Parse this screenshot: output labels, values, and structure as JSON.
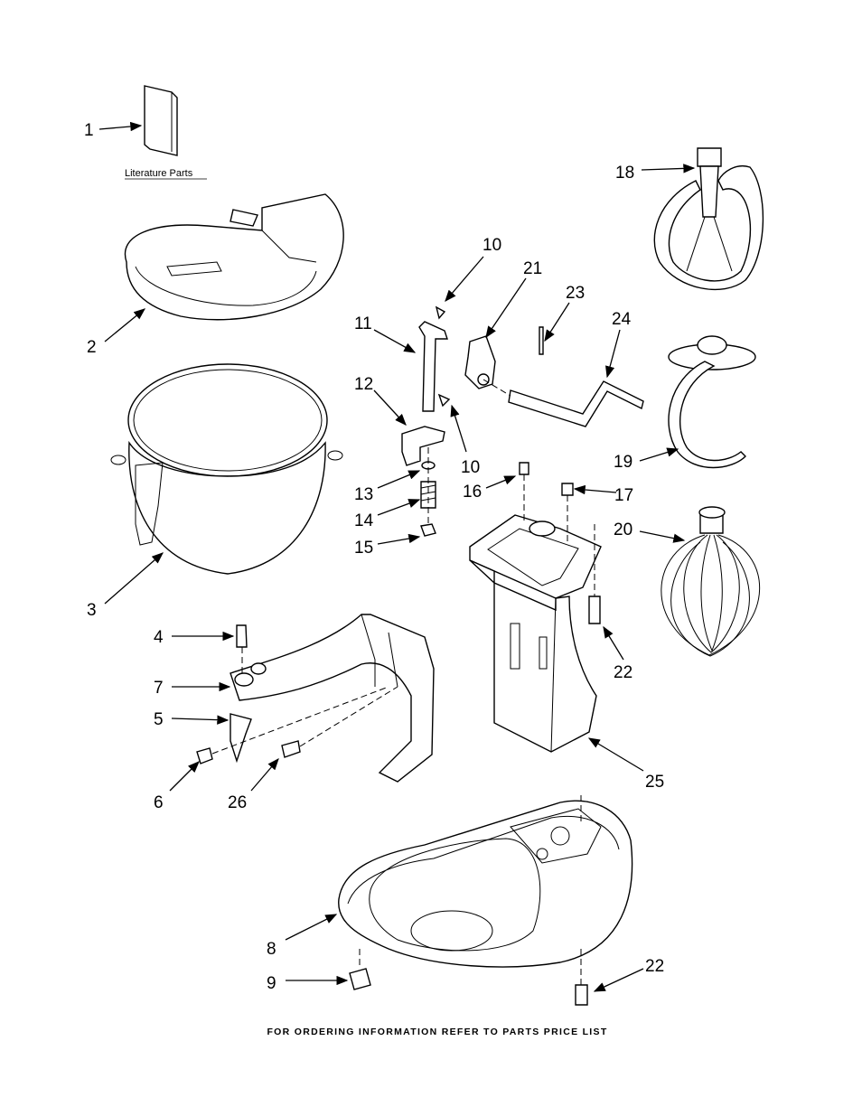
{
  "diagram": {
    "literature_caption": "Literature Parts",
    "footer": "FOR ORDERING INFORMATION REFER TO PARTS PRICE LIST",
    "callouts": [
      {
        "id": "c1",
        "label": "1"
      },
      {
        "id": "c2",
        "label": "2"
      },
      {
        "id": "c3",
        "label": "3"
      },
      {
        "id": "c4",
        "label": "4"
      },
      {
        "id": "c5",
        "label": "5"
      },
      {
        "id": "c6",
        "label": "6"
      },
      {
        "id": "c7",
        "label": "7"
      },
      {
        "id": "c8",
        "label": "8"
      },
      {
        "id": "c9",
        "label": "9"
      },
      {
        "id": "c10a",
        "label": "10"
      },
      {
        "id": "c10b",
        "label": "10"
      },
      {
        "id": "c11",
        "label": "11"
      },
      {
        "id": "c12",
        "label": "12"
      },
      {
        "id": "c13",
        "label": "13"
      },
      {
        "id": "c14",
        "label": "14"
      },
      {
        "id": "c15",
        "label": "15"
      },
      {
        "id": "c16",
        "label": "16"
      },
      {
        "id": "c17",
        "label": "17"
      },
      {
        "id": "c18",
        "label": "18"
      },
      {
        "id": "c19",
        "label": "19"
      },
      {
        "id": "c20",
        "label": "20"
      },
      {
        "id": "c21",
        "label": "21"
      },
      {
        "id": "c22a",
        "label": "22"
      },
      {
        "id": "c22b",
        "label": "22"
      },
      {
        "id": "c23",
        "label": "23"
      },
      {
        "id": "c24",
        "label": "24"
      },
      {
        "id": "c25",
        "label": "25"
      },
      {
        "id": "c26",
        "label": "26"
      }
    ]
  }
}
